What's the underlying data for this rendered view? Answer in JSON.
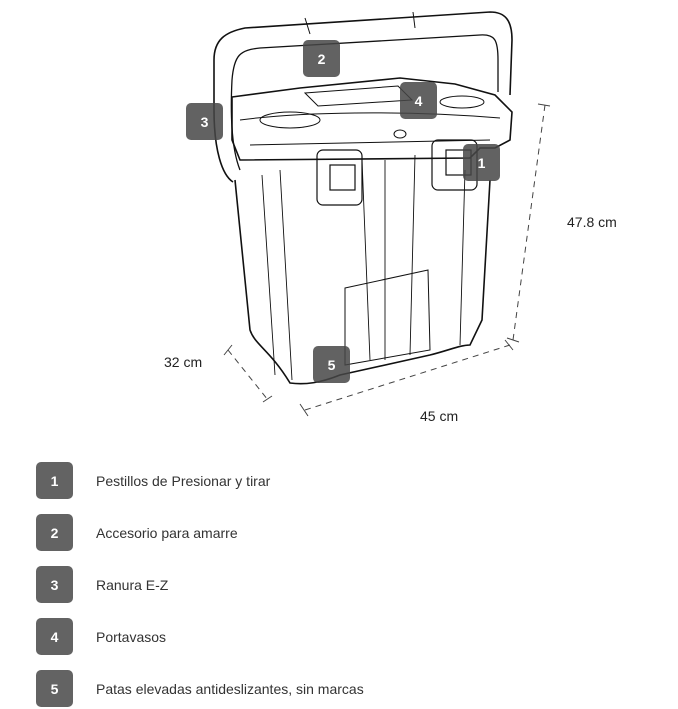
{
  "dimensions": {
    "height": "47.8 cm",
    "depth": "32 cm",
    "width": "45 cm"
  },
  "callouts": [
    "1",
    "2",
    "3",
    "4",
    "5"
  ],
  "legend": [
    {
      "number": "1",
      "label": "Pestillos de Presionar y tirar"
    },
    {
      "number": "2",
      "label": "Accesorio para amarre"
    },
    {
      "number": "3",
      "label": "Ranura E-Z"
    },
    {
      "number": "4",
      "label": "Portavasos"
    },
    {
      "number": "5",
      "label": "Patas elevadas antideslizantes, sin marcas"
    }
  ]
}
